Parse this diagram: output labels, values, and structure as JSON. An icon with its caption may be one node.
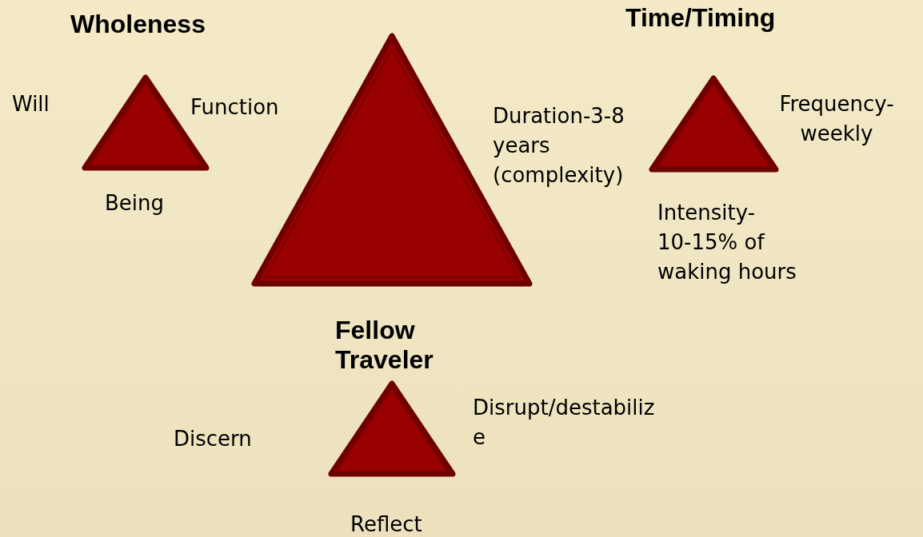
{
  "diagram": {
    "nodes": [
      {
        "text": [
          "Wholeness"
        ],
        "beside": [
          "Will",
          "Function",
          "Being"
        ]
      },
      {
        "text": [],
        "shape": "triangle"
      },
      {
        "text": [
          "Time/Timing"
        ],
        "beside": [
          "Frequency- weekly",
          "Intensity- 10-15% of waking hours"
        ]
      },
      {
        "text": [
          "Fellow Traveler"
        ],
        "beside": [
          "Discern",
          "Disrupt/destabilize",
          "Reflect"
        ]
      }
    ],
    "edges": [],
    "labels": [
      "Duration-3-8 years (complexity)"
    ]
  }
}
